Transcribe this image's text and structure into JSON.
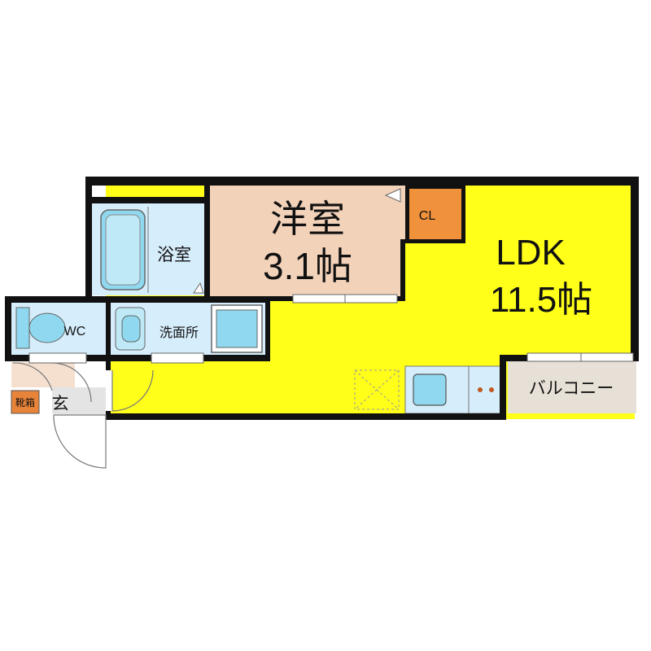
{
  "rooms": {
    "western_room": {
      "name": "洋室",
      "size": "3.1帖"
    },
    "ldk": {
      "name": "LDK",
      "size": "11.5帖"
    },
    "closet": {
      "name": "CL"
    },
    "bathroom": {
      "name": "浴室"
    },
    "washroom": {
      "name": "洗面所"
    },
    "toilet": {
      "name": "WC"
    },
    "entrance": {
      "name": "玄"
    },
    "shoe_box": {
      "name": "靴箱"
    },
    "balcony": {
      "name": "バルコニー"
    }
  },
  "colors": {
    "ldk_floor": "#ffff1a",
    "western_room_floor": "#f3d2ba",
    "closet_floor": "#f0913b",
    "wet_area_floor": "#d6edfb",
    "fixture_fill": "#8fd8ef",
    "balcony_floor": "#e6e0d6",
    "shoe_box_fill": "#e8833a",
    "entrance_floor": "#f5e0d0",
    "wall": "#111111"
  }
}
